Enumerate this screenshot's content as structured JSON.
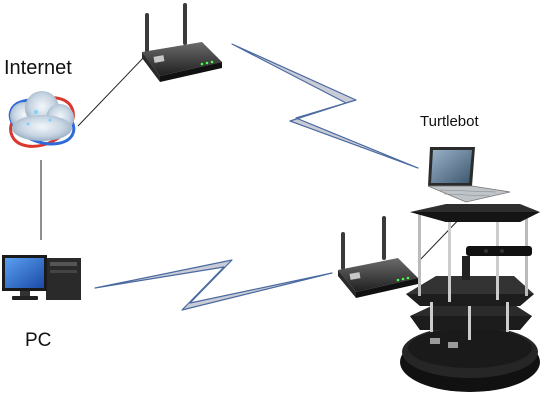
{
  "labels": {
    "internet": "Internet",
    "pc": "PC",
    "turtlebot": "Turtlebot"
  },
  "nodes": [
    {
      "id": "internet",
      "icon": "cloud-globe-icon"
    },
    {
      "id": "router-top",
      "icon": "wireless-router-icon"
    },
    {
      "id": "router-bottom",
      "icon": "wireless-router-icon"
    },
    {
      "id": "pc",
      "icon": "desktop-computer-icon"
    },
    {
      "id": "laptop",
      "icon": "laptop-icon"
    },
    {
      "id": "turtlebot",
      "icon": "turtlebot-robot-icon"
    }
  ],
  "links": [
    {
      "from": "internet",
      "to": "router-top",
      "type": "wired"
    },
    {
      "from": "internet",
      "to": "pc",
      "type": "wired"
    },
    {
      "from": "router-top",
      "to": "laptop",
      "type": "wireless"
    },
    {
      "from": "pc",
      "to": "router-bottom",
      "type": "wireless"
    },
    {
      "from": "router-bottom",
      "to": "laptop",
      "type": "wired"
    }
  ],
  "colors": {
    "wireless_fill": "#c9ccd6",
    "wireless_stroke": "#4a6aa0",
    "wire": "#222222",
    "device_dark": "#2b2b2b",
    "robot_body": "#1e1e1e"
  }
}
